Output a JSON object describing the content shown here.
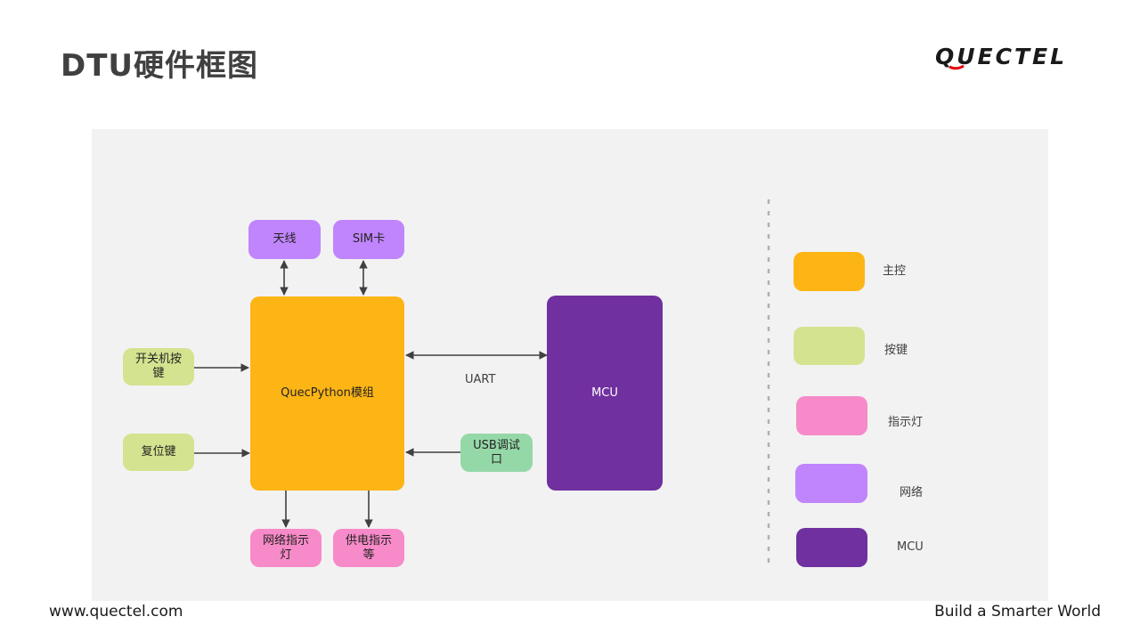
{
  "page": {
    "title": "DTU硬件框图",
    "logo_text": "QUECTEL",
    "footer_left": "www.quectel.com",
    "footer_right": "Build a Smarter World"
  },
  "colors": {
    "main_control": "#fdb515",
    "button": "#d4e38f",
    "indicator": "#f78ac8",
    "network": "#c084fc",
    "mcu": "#7030a0",
    "debug_port": "#95d8a8",
    "logo_accent": "#e60012"
  },
  "diagram": {
    "nodes": {
      "antenna": "天线",
      "sim": "SIM卡",
      "module": "QuecPython模组",
      "mcu": "MCU",
      "power_button": "开关机按键",
      "reset_button": "复位键",
      "usb_debug": "USB调试口",
      "network_led": "网络指示灯",
      "power_led": "供电指示等"
    },
    "edges": [
      {
        "from": "天线",
        "to": "QuecPython模组",
        "direction": "both"
      },
      {
        "from": "SIM卡",
        "to": "QuecPython模组",
        "direction": "both"
      },
      {
        "from": "开关机按键",
        "to": "QuecPython模组",
        "direction": "forward"
      },
      {
        "from": "复位键",
        "to": "QuecPython模组",
        "direction": "forward"
      },
      {
        "from": "QuecPython模组",
        "to": "MCU",
        "direction": "both",
        "label": "UART"
      },
      {
        "from": "USB调试口",
        "to": "QuecPython模组",
        "direction": "forward"
      },
      {
        "from": "QuecPython模组",
        "to": "网络指示灯",
        "direction": "forward"
      },
      {
        "from": "QuecPython模组",
        "to": "供电指示等",
        "direction": "forward"
      }
    ],
    "uart_label": "UART"
  },
  "legend": [
    {
      "label": "主控",
      "color": "#fdb515"
    },
    {
      "label": "按键",
      "color": "#d4e38f"
    },
    {
      "label": "指示灯",
      "color": "#f78ac8"
    },
    {
      "label": "网络",
      "color": "#c084fc"
    },
    {
      "label": "MCU",
      "color": "#7030a0"
    }
  ]
}
